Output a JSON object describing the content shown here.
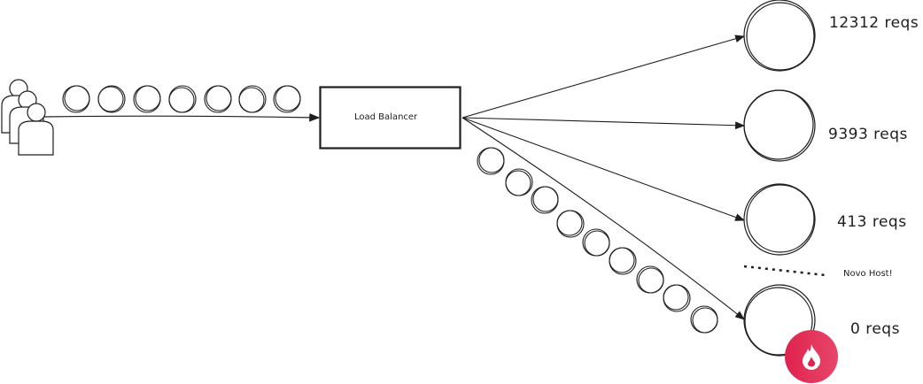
{
  "load_balancer": {
    "label": "Load Balancer"
  },
  "hosts": [
    {
      "requests": "12312 reqs"
    },
    {
      "requests": "9393 reqs"
    },
    {
      "requests": "413 reqs"
    },
    {
      "requests": "0 reqs",
      "is_new": true
    }
  ],
  "new_host_note": "Novo Host!",
  "colors": {
    "stroke": "#1e1e1e",
    "badge": "#e0234e"
  },
  "icons": [
    "users-icon",
    "fire-icon"
  ]
}
